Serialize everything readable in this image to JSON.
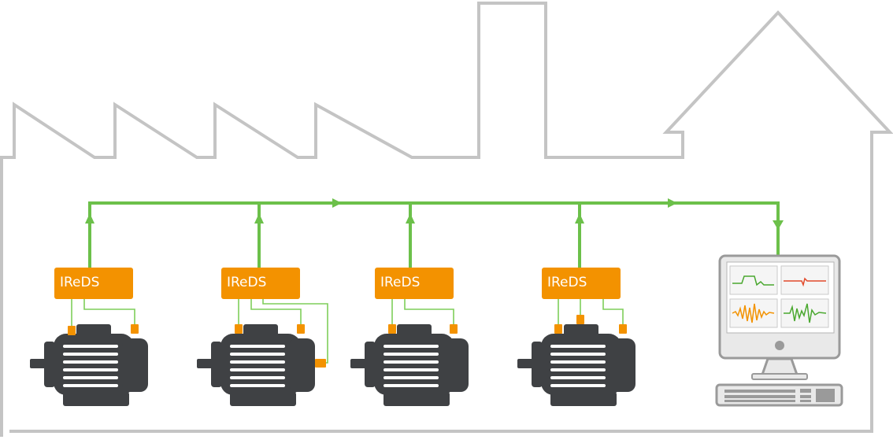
{
  "colors": {
    "building_outline": "#c4c4c4",
    "bus_line": "#6cc04a",
    "device_box": "#f39200",
    "motor": "#3f4144",
    "motor_stripes": "#ffffff",
    "monitor": "#9a9a9a"
  },
  "icons": [
    "factory-building-outline",
    "motor-icon",
    "computer-monitor-icon",
    "keyboard-icon",
    "arrow-icon"
  ],
  "devices": [
    {
      "label": "IReDS"
    },
    {
      "label": "IReDS"
    },
    {
      "label": "IReDS"
    },
    {
      "label": "IReDS"
    }
  ],
  "monitor": {
    "plots": [
      {
        "color": "#4aa82f"
      },
      {
        "color": "#e24a2b"
      },
      {
        "color": "#f39200"
      },
      {
        "color": "#4aa82f"
      }
    ]
  }
}
